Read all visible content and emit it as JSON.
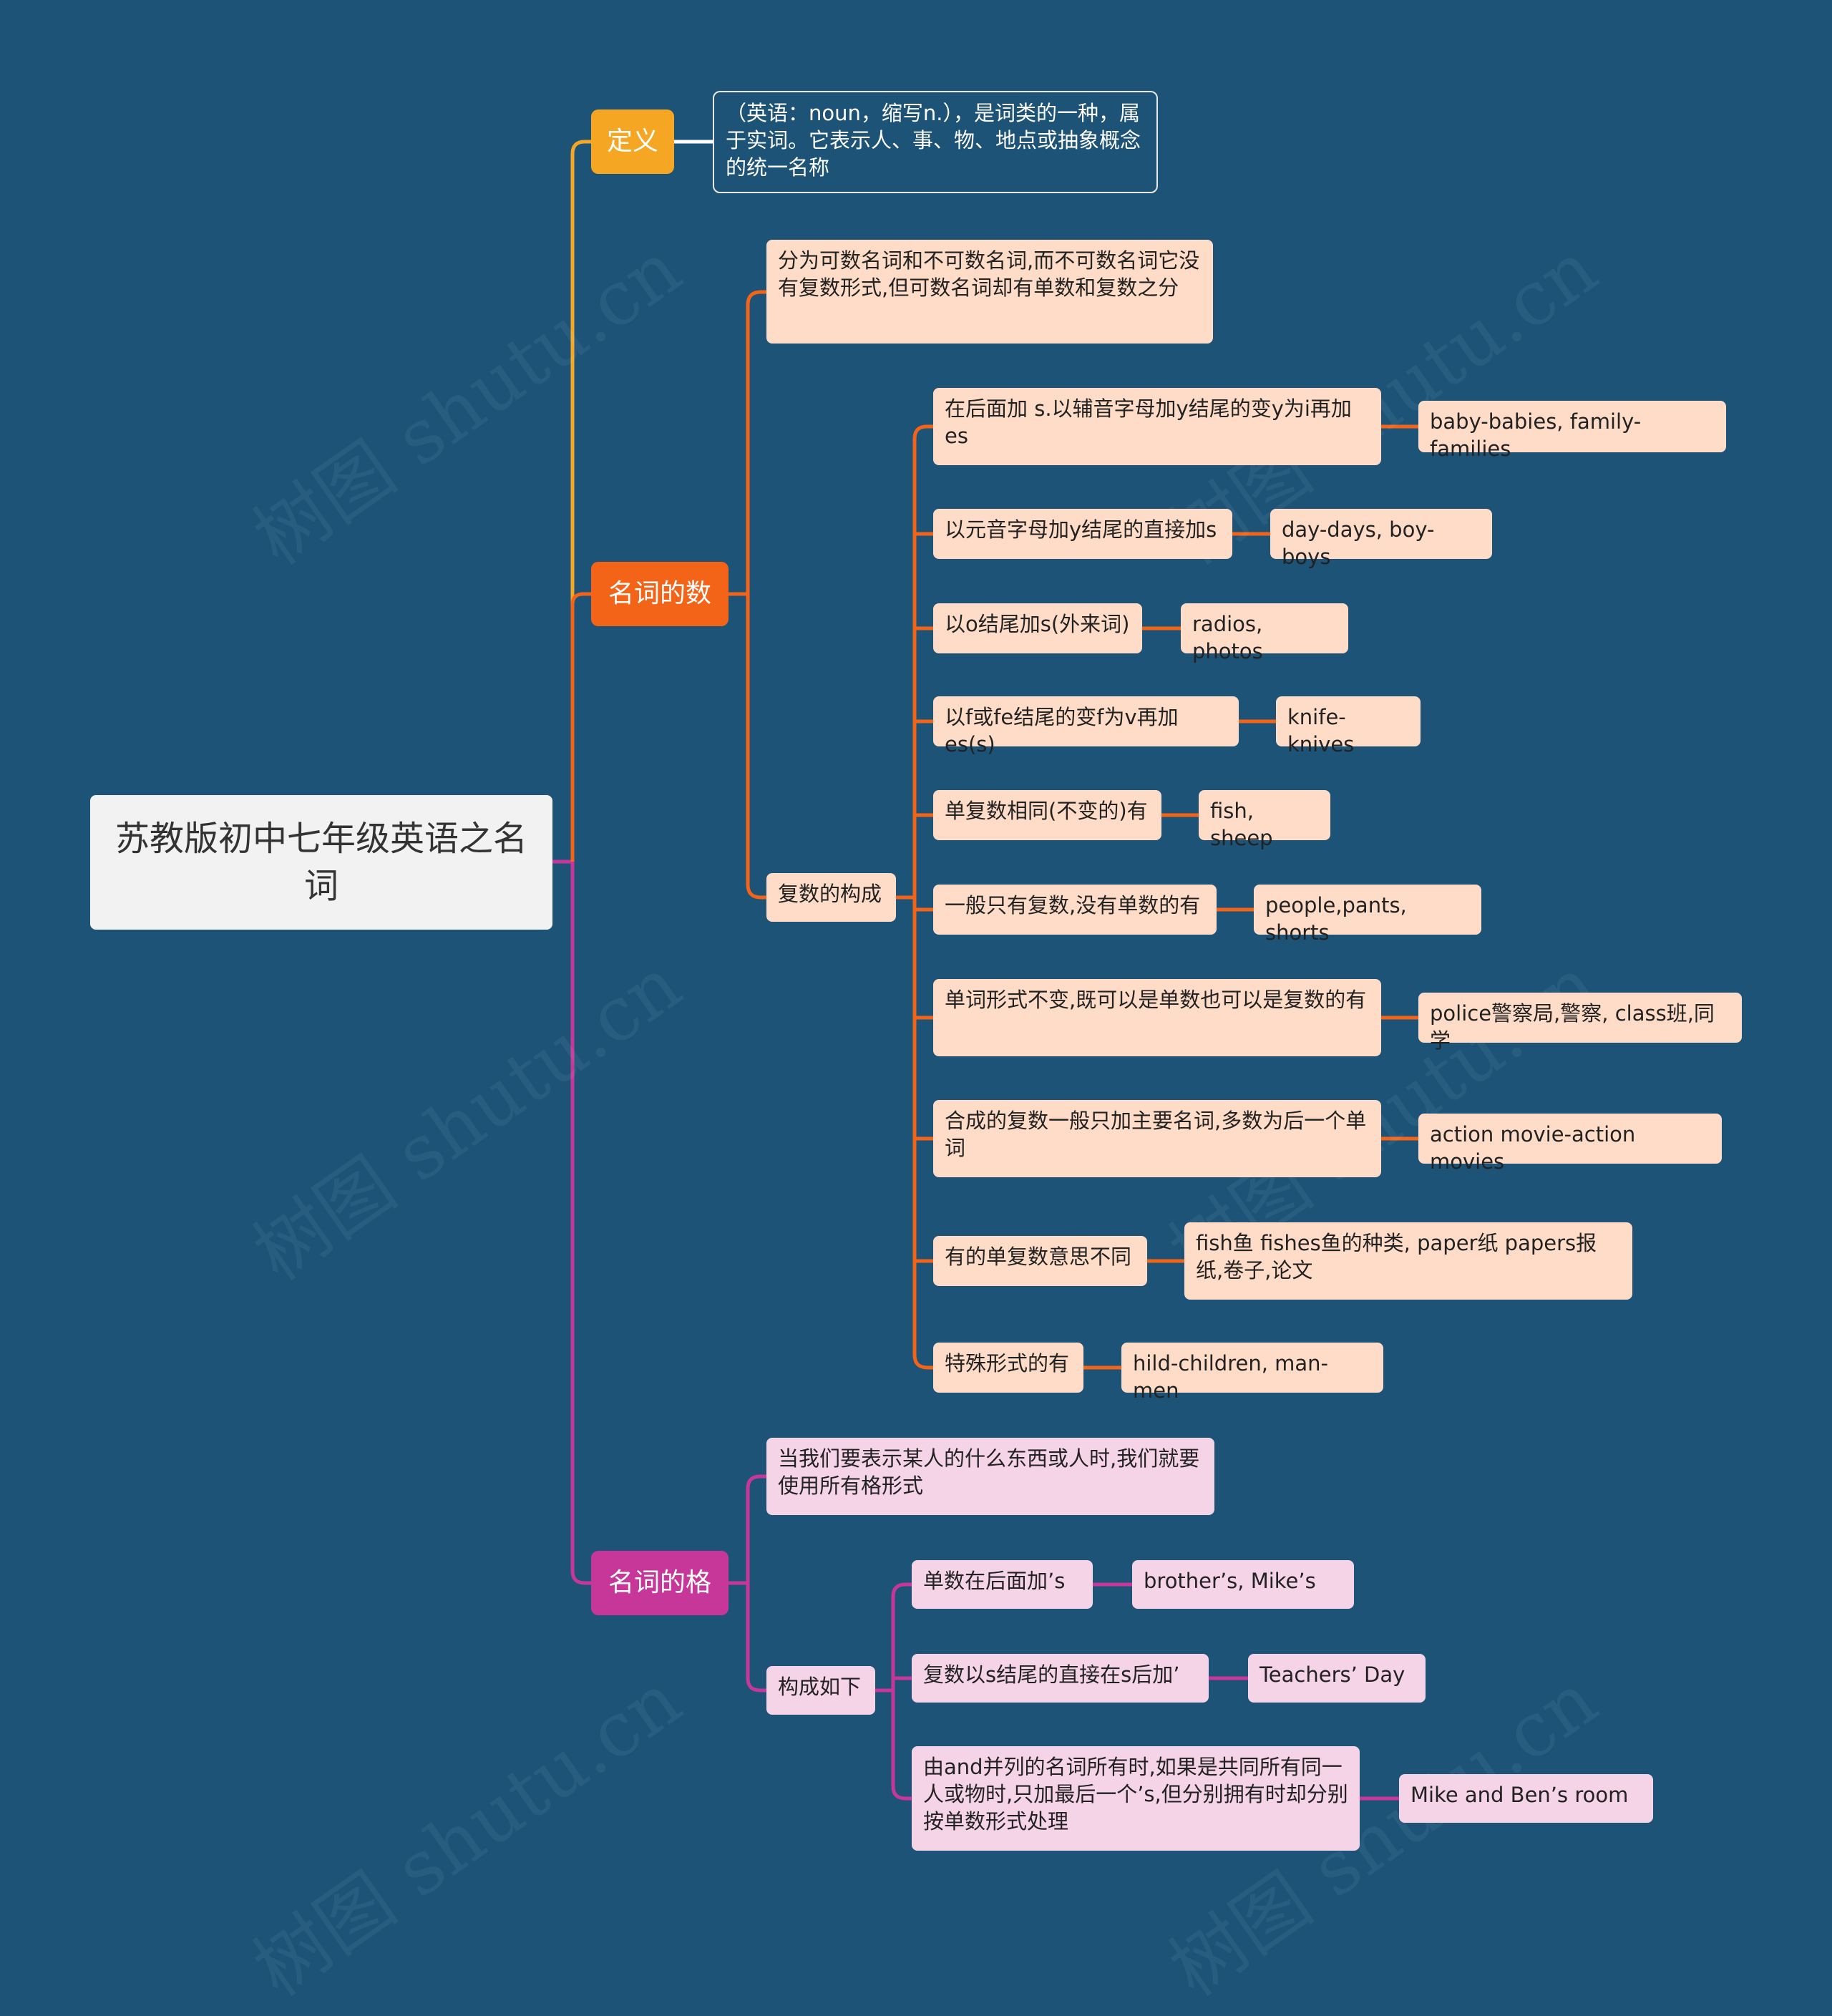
{
  "watermark": "树图 shutu.cn",
  "root": {
    "label": "苏教版初中七年级英语之名词"
  },
  "definition": {
    "label": "定义",
    "text": "（英语：noun，缩写n.），是词类的一种，属于实词。它表示人、事、物、地点或抽象概念的统一名称"
  },
  "number": {
    "label": "名词的数",
    "intro": "分为可数名词和不可数名词,而不可数名词它没有复数形式,但可数名词却有单数和复数之分",
    "plural_label": "复数的构成",
    "rules": [
      {
        "rule": "在后面加 s.以辅音字母加y结尾的变y为i再加es",
        "example": "baby-babies, family-families"
      },
      {
        "rule": "以元音字母加y结尾的直接加s",
        "example": "day-days, boy-boys"
      },
      {
        "rule": "以o结尾加s(外来词)",
        "example": "radios, photos"
      },
      {
        "rule": "以f或fe结尾的变f为v再加es(s)",
        "example": "knife-knives"
      },
      {
        "rule": "单复数相同(不变的)有",
        "example": "fish, sheep"
      },
      {
        "rule": "一般只有复数,没有单数的有",
        "example": "people,pants, shorts"
      },
      {
        "rule": "单词形式不变,既可以是单数也可以是复数的有",
        "example": "police警察局,警察, class班,同学"
      },
      {
        "rule": "合成的复数一般只加主要名词,多数为后一个单词",
        "example": "action movie-action movies"
      },
      {
        "rule": "有的单复数意思不同",
        "example": "fish鱼 fishes鱼的种类, paper纸 papers报纸,卷子,论文"
      },
      {
        "rule": "特殊形式的有",
        "example": "hild-children, man-men"
      }
    ]
  },
  "case": {
    "label": "名词的格",
    "intro": "当我们要表示某人的什么东西或人时,我们就要使用所有格形式",
    "construct_label": "构成如下",
    "rules": [
      {
        "rule": "单数在后面加’s",
        "example": "brother’s, Mike’s"
      },
      {
        "rule": "复数以s结尾的直接在s后加’",
        "example": "Teachers’ Day"
      },
      {
        "rule": "由and并列的名词所有时,如果是共同所有同一人或物时,只加最后一个’s,但分别拥有时却分别按单数形式处理",
        "example": "Mike and Ben’s room"
      }
    ]
  },
  "colors": {
    "background": "#1c5377",
    "definition": "#f5a623",
    "number": "#f36418",
    "case": "#c7379a",
    "number_leaf": "#ffdcc7",
    "case_leaf": "#f5d4e8"
  }
}
